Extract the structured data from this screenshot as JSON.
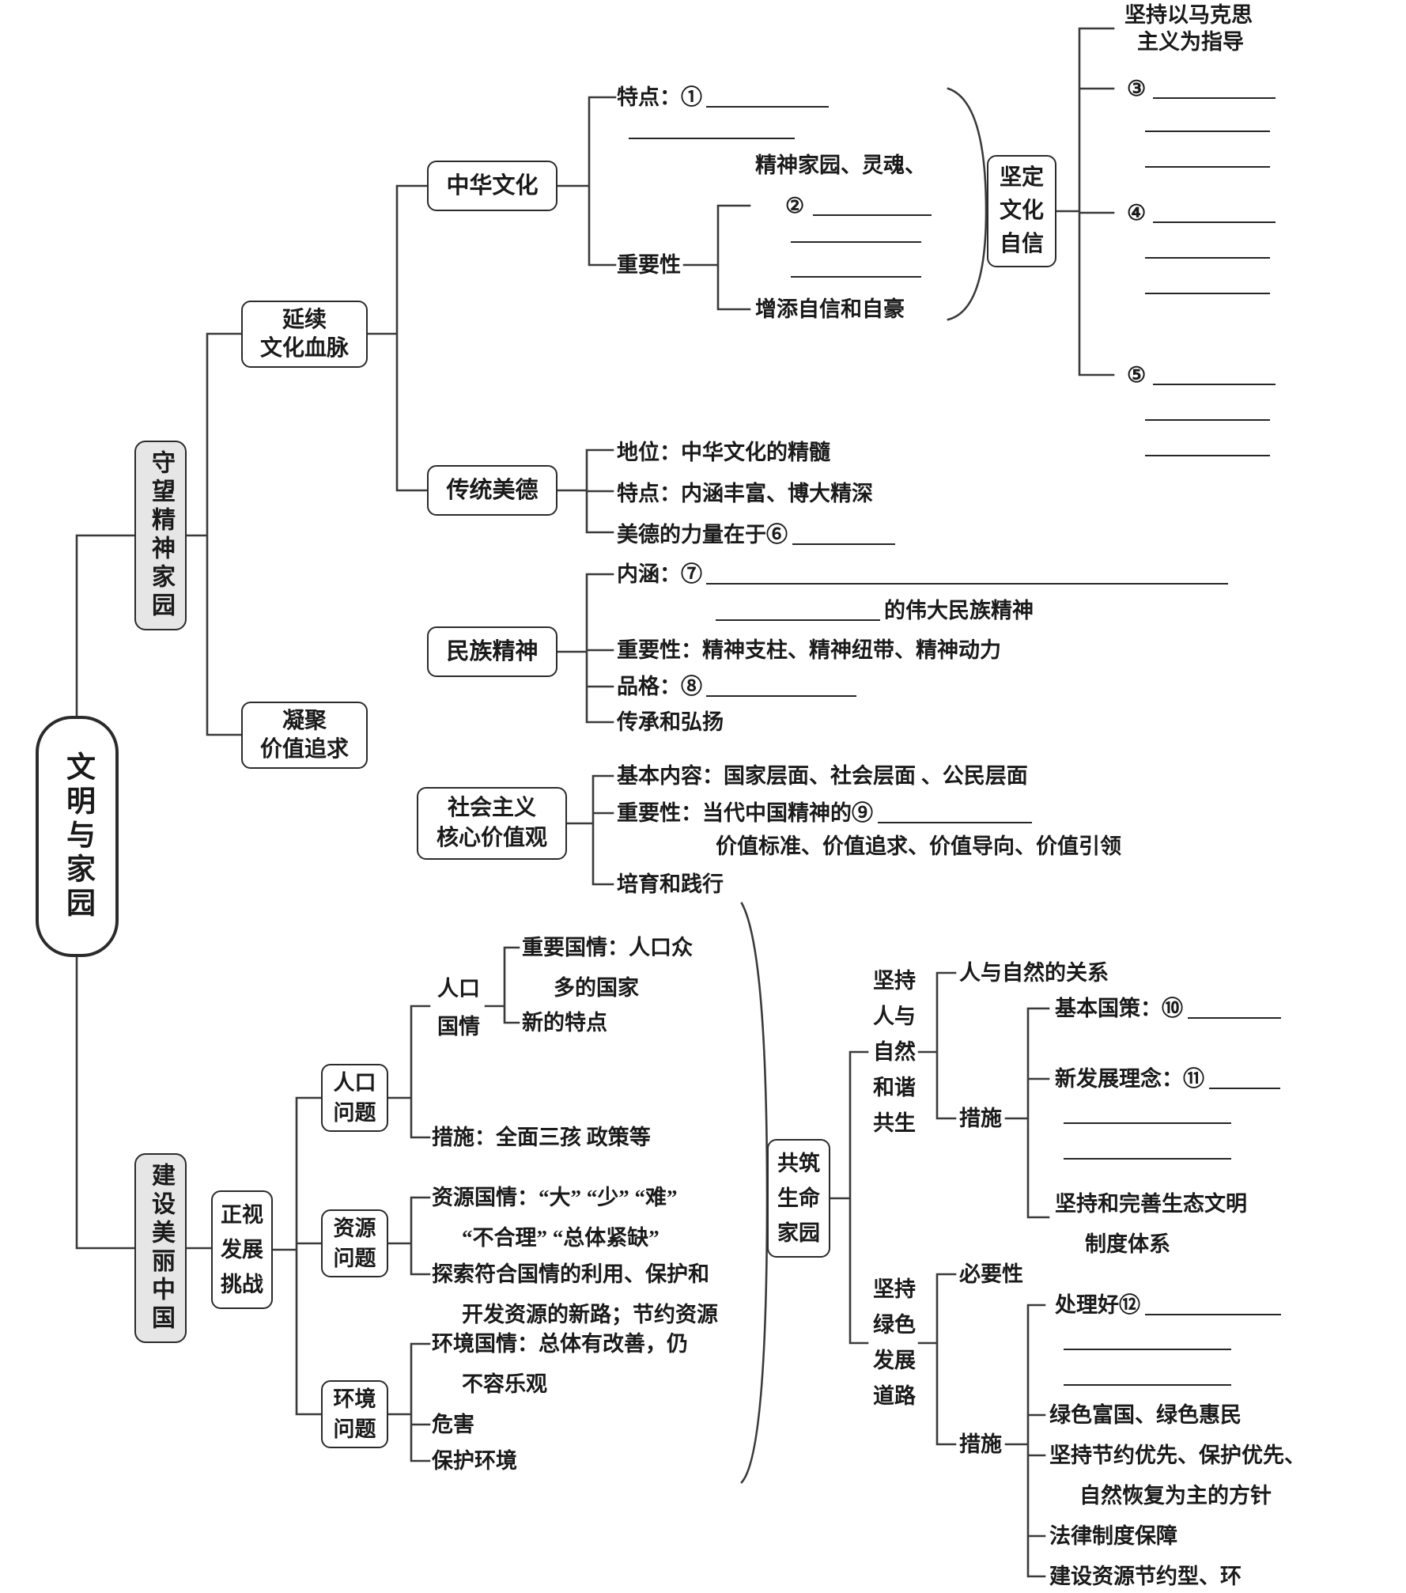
{
  "colors": {
    "background": "#ffffff",
    "text": "#1a1a1a",
    "line": "#3a3a3a",
    "section_fill": "#e6e6e6"
  },
  "root": {
    "label": "文明与家园"
  },
  "spirit": {
    "label": "守望精神家园",
    "culture_line": {
      "label_l1": "延续",
      "label_l2": "文化血脉",
      "chinese_culture": {
        "label": "中华文化",
        "feature_label": "特点：①",
        "importance_label": "重要性",
        "importance_item1": "精神家园、灵魂、",
        "importance_item2": "②",
        "importance_item3": "增添自信和自豪"
      },
      "cultural_confidence": {
        "label_l1": "坚定",
        "label_l2": "文化",
        "label_l3": "自信",
        "point1_l1": "坚持以马克思",
        "point1_l2": "主义为指导",
        "point2": "③",
        "point3": "④",
        "point4": "⑤"
      },
      "virtue": {
        "label": "传统美德",
        "status": "地位：中华文化的精髓",
        "feature": "特点：内涵丰富、博大精深",
        "power": "美德的力量在于⑥"
      }
    },
    "value_pursuit": {
      "label_l1": "凝聚",
      "label_l2": "价值追求",
      "national_spirit": {
        "label": "民族精神",
        "connotation_label": "内涵：⑦",
        "connotation_suffix": "的伟大民族精神",
        "importance": "重要性：精神支柱、精神纽带、精神动力",
        "character_label": "品格：⑧",
        "inherit": "传承和弘扬"
      },
      "core_values": {
        "label_l1": "社会主义",
        "label_l2": "核心价值观",
        "content": "基本内容：国家层面、社会层面 、公民层面",
        "importance_label": "重要性：当代中国精神的⑨",
        "importance_line2": "价值标准、价值追求、价值导向、价值引领",
        "practice": "培育和践行"
      }
    }
  },
  "beauty": {
    "label": "建设美丽中国",
    "challenges": {
      "label_l1": "正视",
      "label_l2": "发展",
      "label_l3": "挑战",
      "population": {
        "label_l1": "人口",
        "label_l2": "问题",
        "situation_l1": "人口",
        "situation_l2": "国情",
        "key_l1": "重要国情：人口众",
        "key_l2": "多的国家",
        "new_feature": "新的特点",
        "measure": "措施：全面三孩 政策等"
      },
      "resource": {
        "label_l1": "资源",
        "label_l2": "问题",
        "situation_l1": "资源国情：“大” “少” “难”",
        "situation_l2": "“不合理” “总体紧缺”",
        "explore_l1": "探索符合国情的利用、保护和",
        "explore_l2": "开发资源的新路；节约资源"
      },
      "environment": {
        "label_l1": "环境",
        "label_l2": "问题",
        "situation_l1": "环境国情：总体有改善，仍",
        "situation_l2": "不容乐观",
        "harm": "危害",
        "protect": "保护环境"
      }
    },
    "life_home": {
      "label_l1": "共筑",
      "label_l2": "生命",
      "label_l3": "家园",
      "harmony": {
        "label_l1": "坚持",
        "label_l2": "人与",
        "label_l3": "自然",
        "label_l4": "和谐",
        "label_l5": "共生",
        "relation": "人与自然的关系",
        "measures_label": "措施",
        "policy_label": "基本国策：⑩",
        "concept_label": "新发展理念：⑪",
        "system_l1": "坚持和完善生态文明",
        "system_l2": "制度体系"
      },
      "green": {
        "label_l1": "坚持",
        "label_l2": "绿色",
        "label_l3": "发展",
        "label_l4": "道路",
        "necessity": "必要性",
        "handle_label": "处理好⑫",
        "measures_label": "措施",
        "m1": "绿色富国、绿色惠民",
        "m2_l1": "坚持节约优先、保护优先、",
        "m2_l2": "自然恢复为主的方针",
        "m3": "法律制度保障",
        "m4": "建设资源节约型、环"
      }
    }
  }
}
